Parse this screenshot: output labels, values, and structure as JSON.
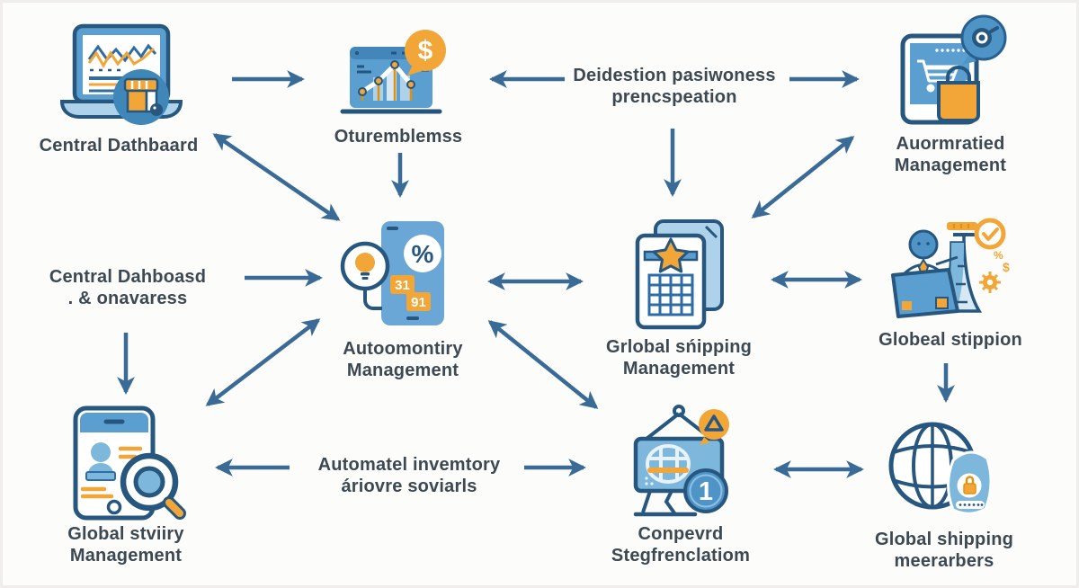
{
  "diagram_title": "management flow diagram",
  "colors": {
    "arrow": "#3a6b96",
    "outline": "#27577f",
    "blue_mid": "#4f94c6",
    "blue_soft": "#7db8dc",
    "blue_pale": "#aed2ea",
    "orange": "#f2a637",
    "label_text": "#3c4852",
    "background": "#fcfcfa"
  },
  "nodes": {
    "central_dashboard": {
      "label": "Central Dathbaard"
    },
    "revenue_analytics": {
      "label": "Oturemblemss",
      "bubble_text": "$"
    },
    "decision_note": {
      "line1": "Deidestion pasiwoness",
      "line2": "prencspeation"
    },
    "automated_management": {
      "line1": "Auormratied",
      "line2": "Management"
    },
    "central_dashboard_note": {
      "line1": "Central Dahboasd",
      "line2": ". & onavaress"
    },
    "inventory_management": {
      "line1": "Autoomontiry",
      "line2": "Management",
      "percent": "%",
      "tag_top": "31",
      "tag_bottom": "91"
    },
    "global_shipping_management": {
      "line1": "Grlobal sńipping",
      "line2": "Management"
    },
    "global_option": {
      "label": "Globeal stippion",
      "mark_percent": "%",
      "mark_dollar": "$"
    },
    "global_activity_management": {
      "line1": "Global stviiry",
      "line2": "Management"
    },
    "automated_inventory_note": {
      "line1": "Automatel invemtory",
      "line2": "áriovre soviarls"
    },
    "conversion_registration": {
      "line1": "Conpevrd",
      "line2": "Stegfrenclatiom",
      "count_badge": "1"
    },
    "global_shipping_members": {
      "line1": "Global shipping",
      "line2": "meerarbers"
    }
  },
  "connections": [
    {
      "from": "central_dashboard",
      "to": "revenue_analytics",
      "direction": "one-way"
    },
    {
      "from": "decision_note",
      "to": "revenue_analytics",
      "direction": "one-way"
    },
    {
      "from": "decision_note",
      "to": "automated_management",
      "direction": "one-way"
    },
    {
      "from": "central_dashboard",
      "to": "inventory_management",
      "direction": "two-way"
    },
    {
      "from": "revenue_analytics",
      "to": "inventory_management",
      "direction": "one-way"
    },
    {
      "from": "decision_note",
      "to": "global_shipping_management",
      "direction": "one-way"
    },
    {
      "from": "global_shipping_management",
      "to": "automated_management",
      "direction": "two-way"
    },
    {
      "from": "central_dashboard_note",
      "to": "inventory_management",
      "direction": "one-way"
    },
    {
      "from": "inventory_management",
      "to": "global_shipping_management",
      "direction": "two-way"
    },
    {
      "from": "global_shipping_management",
      "to": "global_option",
      "direction": "two-way"
    },
    {
      "from": "central_dashboard_note",
      "to": "global_activity_management",
      "direction": "one-way"
    },
    {
      "from": "global_activity_management",
      "to": "inventory_management",
      "direction": "two-way"
    },
    {
      "from": "inventory_management",
      "to": "conversion_registration",
      "direction": "two-way"
    },
    {
      "from": "global_option",
      "to": "global_shipping_members",
      "direction": "one-way"
    },
    {
      "from": "automated_inventory_note",
      "to": "global_activity_management",
      "direction": "one-way"
    },
    {
      "from": "automated_inventory_note",
      "to": "conversion_registration",
      "direction": "one-way"
    },
    {
      "from": "conversion_registration",
      "to": "global_shipping_members",
      "direction": "two-way"
    }
  ]
}
